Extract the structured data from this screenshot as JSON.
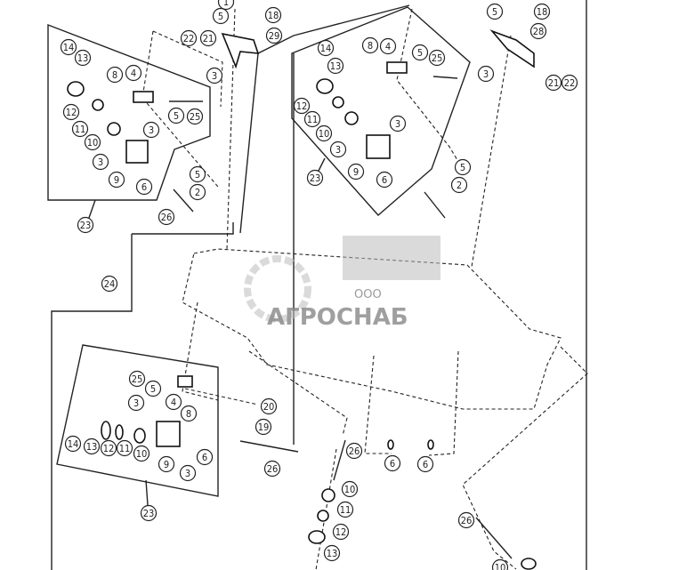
{
  "diagram": {
    "callouts": [
      "1",
      "5",
      "18",
      "29",
      "22",
      "21",
      "3",
      "14",
      "13",
      "8",
      "4",
      "12",
      "11",
      "10",
      "3",
      "3",
      "9",
      "6",
      "5",
      "25",
      "5",
      "2",
      "26",
      "23",
      "24",
      "14",
      "13",
      "8",
      "4",
      "5",
      "25",
      "12",
      "11",
      "10",
      "3",
      "3",
      "9",
      "6",
      "23",
      "5",
      "2",
      "3",
      "5",
      "18",
      "28",
      "21",
      "22",
      "25",
      "5",
      "4",
      "8",
      "3",
      "20",
      "19",
      "14",
      "13",
      "12",
      "11",
      "10",
      "9",
      "3",
      "6",
      "23",
      "26",
      "26",
      "6",
      "6",
      "10",
      "11",
      "12",
      "13",
      "26",
      "10"
    ],
    "watermark": {
      "company_prefix": "ООО",
      "company_name": "АГРОСНАБ"
    }
  }
}
